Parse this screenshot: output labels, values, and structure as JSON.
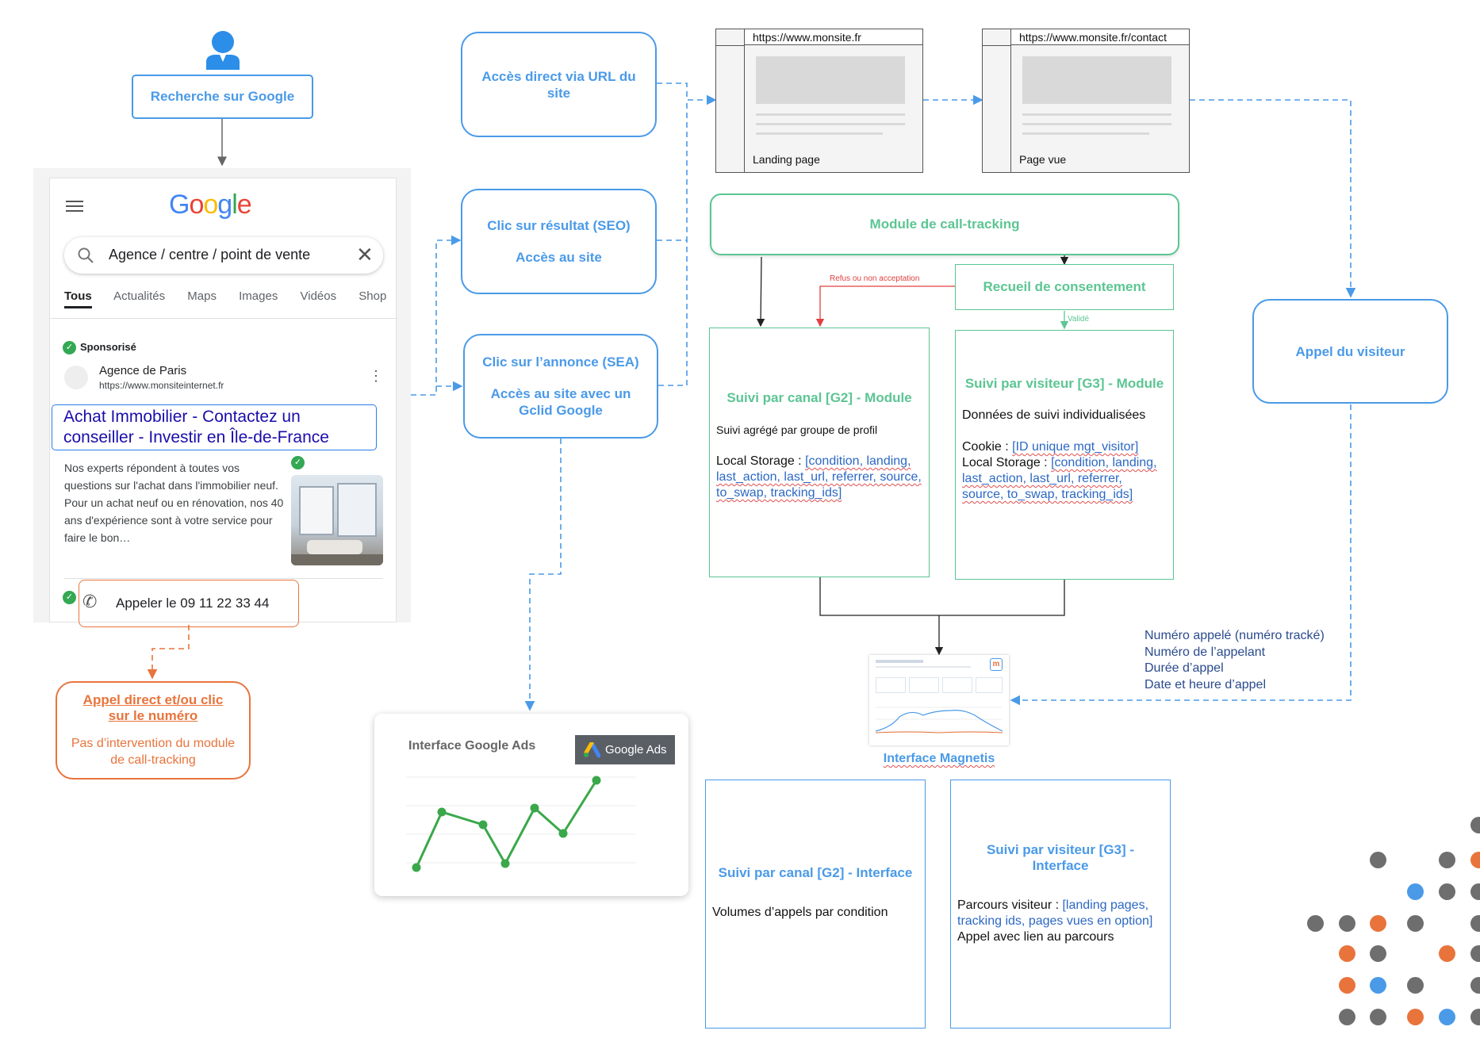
{
  "visitor": {
    "search_label": "Recherche sur Google"
  },
  "google_card": {
    "logo": "Google",
    "search_value": "Agence / centre / point de vente",
    "tabs": [
      "Tous",
      "Actualités",
      "Maps",
      "Images",
      "Vidéos",
      "Shop"
    ],
    "sponsored": "Sponsorisé",
    "advertiser": "Agence de Paris",
    "advertiser_url": "https://www.monsiteinternet.fr",
    "ad_title": "Achat Immobilier - Contactez un conseiller - Investir en Île-de-France",
    "ad_description": "Nos experts répondent à toutes vos questions sur l'achat dans l'immobilier neuf. Pour un achat neuf ou en rénovation, nos 40 ans d'expérience sont à votre service pour faire le bon…",
    "call_label": "Appeler le 09 11 22 33 44"
  },
  "direct_call": {
    "title": "Appel direct et/ou clic sur le numéro",
    "subtitle": "Pas d’intervention du module de call-tracking"
  },
  "entry": {
    "direct_url": "Accès direct via URL du site",
    "seo_title": "Clic sur résultat (SEO)",
    "seo_sub": "Accès au site",
    "sea_title": "Clic sur l’annonce (SEA)",
    "sea_sub": "Accès au site avec un Gclid Google"
  },
  "pages": {
    "landing_url": "https://www.monsite.fr",
    "landing_label": "Landing page",
    "contact_url": "https://www.monsite.fr/contact",
    "contact_label": "Page vue"
  },
  "module": {
    "title": "Module de call-tracking",
    "consent": "Recueil de consentement",
    "refused": "Refus ou non acceptation",
    "validated": "Validé"
  },
  "g2_module": {
    "title": "Suivi par canal [G2] - Module",
    "desc": "Suivi agrégé par groupe de profil",
    "ls_label": "Local Storage : ",
    "ls_value": "[condition, landing, last_action, last_url, referrer, source, to_swap, tracking_ids]"
  },
  "g3_module": {
    "title": "Suivi par visiteur [G3] - Module",
    "desc": "Données de suivi individualisées",
    "cookie_label": "Cookie : ",
    "cookie_value": "[ID unique mgt_visitor]",
    "ls_label": "Local Storage : ",
    "ls_value": "[condition, landing, last_action, last_url, referrer, source, to_swap, tracking_ids]"
  },
  "visitor_call": {
    "label": "Appel du visiteur"
  },
  "call_data": [
    "Numéro appelé (numéro tracké)",
    "Numéro de l’appelant",
    "Durée d’appel",
    "Date et heure d’appel"
  ],
  "magnetis": {
    "label": "Interface Magnetis"
  },
  "gads": {
    "title": "Interface Google Ads",
    "badge": "Google Ads"
  },
  "g2_interface": {
    "title": "Suivi par canal [G2] - Interface",
    "desc": "Volumes d’appels par condition"
  },
  "g3_interface": {
    "title": "Suivi par visiteur [G3] - Interface",
    "path_label": "Parcours visiteur : ",
    "path_value": "[landing pages, tracking ids, pages vues en option]",
    "call_link": "Appel avec lien au parcours"
  },
  "colors": {
    "blue": "#4a9ae8",
    "green": "#5cc593",
    "orange": "#e8743c",
    "gray": "#777777",
    "chart_green": "#3aa84a"
  }
}
